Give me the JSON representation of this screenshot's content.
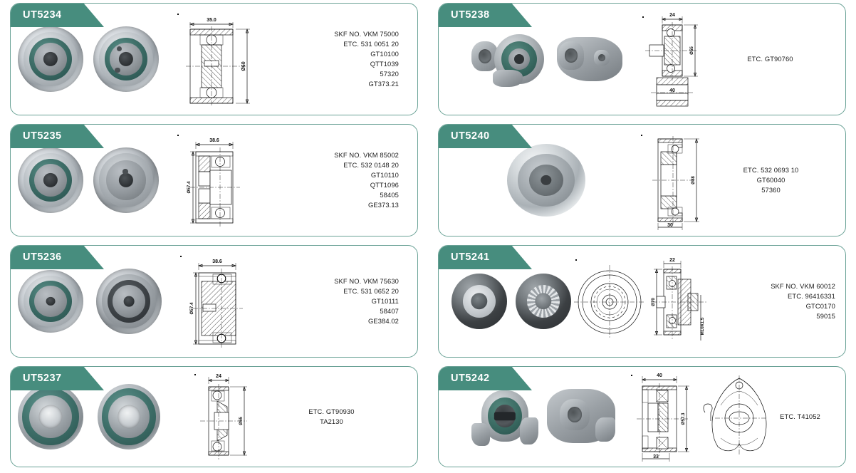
{
  "page": {
    "title": "Tensioner & Idler Pulley Catalog Page",
    "background_color": "#ffffff",
    "tab_color": "#478d7e",
    "border_color": "#6aa296",
    "text_color": "#1b1b1b"
  },
  "cards": [
    {
      "id": "UT5234",
      "codes": [
        "SKF NO. VKM 75000",
        "ETC. 531 0051 20",
        "GT10100",
        "QTT1039",
        "57320",
        "GT373.21"
      ],
      "codes_align": "right",
      "photo_count": 2,
      "photo_type": "tensioner-pulley",
      "drawing": {
        "type": "cross-section-pulley",
        "width_label": "35.0",
        "diameter_label": "Ø60"
      }
    },
    {
      "id": "UT5235",
      "codes": [
        "SKF NO. VKM 85002",
        "ETC. 532 0148 20",
        "GT10110",
        "QTT1096",
        "58405",
        "GE373.13"
      ],
      "codes_align": "right",
      "photo_count": 2,
      "photo_type": "tensioner-pulley",
      "drawing": {
        "type": "cross-section-pulley",
        "width_label": "38.6",
        "diameter_label": "Ø57.4"
      }
    },
    {
      "id": "UT5236",
      "codes": [
        "SKF NO. VKM 75630",
        "ETC. 531 0652 20",
        "GT10111",
        "58407",
        "GE384.02"
      ],
      "codes_align": "right",
      "photo_count": 2,
      "photo_type": "idler-pulley-dark",
      "drawing": {
        "type": "cross-section-pulley",
        "width_label": "38.6",
        "diameter_label": "Ø57.4"
      }
    },
    {
      "id": "UT5237",
      "codes": [
        "ETC. GT90930",
        "TA2130"
      ],
      "codes_align": "center",
      "photo_count": 2,
      "photo_type": "bearing",
      "drawing": {
        "type": "cross-section-bearing",
        "width_label": "24",
        "diameter_label": "Ø55"
      }
    },
    {
      "id": "UT5238",
      "codes": [
        "ETC. GT90760"
      ],
      "codes_align": "center",
      "photo_count": 2,
      "photo_type": "tensioner-with-arm",
      "drawing": {
        "type": "cross-section-tensioner-arm",
        "width_label": "24",
        "diameter_label": "Ø55",
        "base_label": "40"
      }
    },
    {
      "id": "UT5240",
      "codes": [
        "ETC. 532 0693 10",
        "GT60040",
        "57360"
      ],
      "codes_align": "center",
      "photo_count": 1,
      "photo_type": "steel-idler",
      "drawing": {
        "type": "cross-section-deep-pulley",
        "diameter_label": "Ø88",
        "base_label": "30"
      }
    },
    {
      "id": "UT5241",
      "codes": [
        "SKF NO. VKM 60012",
        "ETC. 96416331",
        "GTC0170",
        "59015"
      ],
      "codes_align": "right",
      "photo_count": 2,
      "photo_type": "dark-pulley",
      "drawing": {
        "type": "front-and-section",
        "front_diameter_label": "Ø70",
        "width_label": "22",
        "thread_label": "M10X1.5"
      }
    },
    {
      "id": "UT5242",
      "codes": [
        "ETC. T41052"
      ],
      "codes_align": "center",
      "photo_count": 2,
      "photo_type": "tensioner-with-bracket",
      "drawing": {
        "type": "section-and-bracket",
        "width_label": "40",
        "diameter_label": "Ø57.3",
        "base_label": "33"
      }
    }
  ]
}
